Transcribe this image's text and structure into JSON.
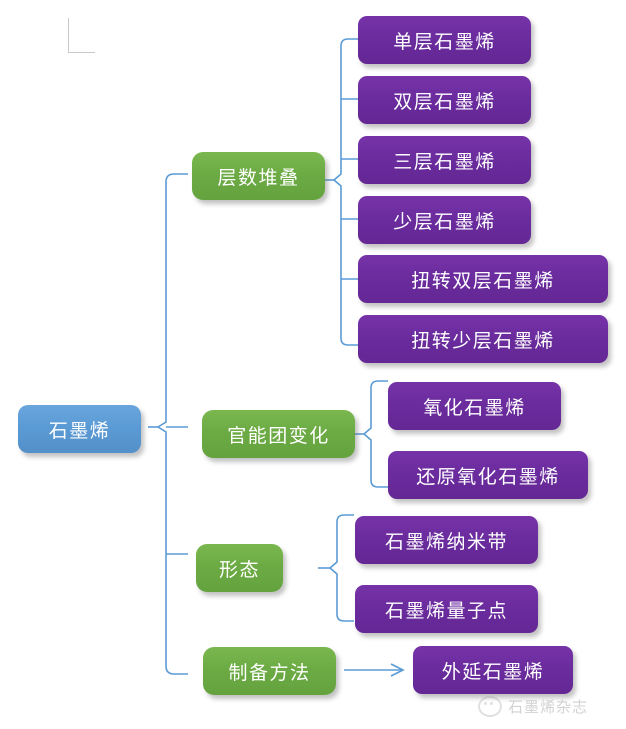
{
  "diagram": {
    "title": "graphene-classification-mindmap",
    "colors": {
      "root": "#5B9BD5",
      "level2": "#6CAB44",
      "level3": "#6B2C9E",
      "connector": "#5B9BD5",
      "background": "#FFFFFF"
    },
    "root": {
      "label": "石墨烯"
    },
    "branches": [
      {
        "label": "层数堆叠",
        "children": [
          {
            "label": "单层石墨烯"
          },
          {
            "label": "双层石墨烯"
          },
          {
            "label": "三层石墨烯"
          },
          {
            "label": "少层石墨烯"
          },
          {
            "label": "扭转双层石墨烯"
          },
          {
            "label": "扭转少层石墨烯"
          }
        ]
      },
      {
        "label": "官能团变化",
        "children": [
          {
            "label": "氧化石墨烯"
          },
          {
            "label": "还原氧化石墨烯"
          }
        ]
      },
      {
        "label": "形态",
        "children": [
          {
            "label": "石墨烯纳米带"
          },
          {
            "label": "石墨烯量子点"
          }
        ]
      },
      {
        "label": "制备方法",
        "children": [
          {
            "label": "外延石墨烯"
          }
        ]
      }
    ]
  },
  "watermark": {
    "text": "石墨烯杂志",
    "logo_icon": "wechat-logo-icon"
  },
  "corner_mark": {
    "icon": "crop-corner-mark-icon"
  }
}
